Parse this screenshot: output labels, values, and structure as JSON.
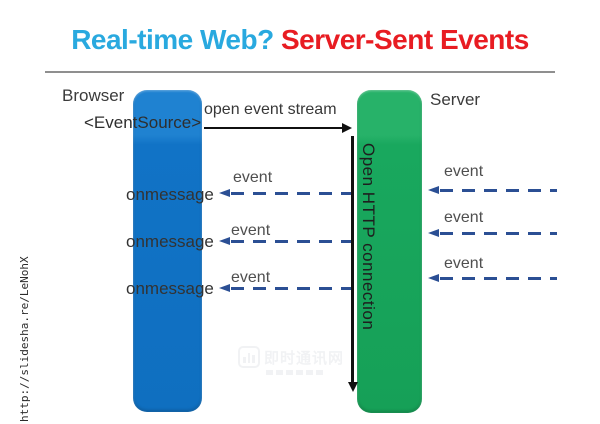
{
  "title": {
    "part1": "Real-time Web? ",
    "part2": "Server-Sent Events",
    "part1_color": "#29a9df",
    "part2_color": "#e81c22"
  },
  "diagram": {
    "browser": {
      "label": "Browser",
      "lifeline_label": "<EventSource>",
      "bar_color": "#1173c6"
    },
    "server": {
      "label": "Server",
      "bar_color": "#19a85e"
    },
    "open_stream": {
      "label": "open event stream",
      "arrow_color": "#101010"
    },
    "connection": {
      "label": "Open HTTP connection",
      "line_color": "#101010"
    },
    "left_rows": [
      {
        "event_label": "event",
        "handler_label": "onmessage"
      },
      {
        "event_label": "event",
        "handler_label": "onmessage"
      },
      {
        "event_label": "event",
        "handler_label": "onmessage"
      }
    ],
    "right_rows": [
      {
        "event_label": "event"
      },
      {
        "event_label": "event"
      },
      {
        "event_label": "event"
      }
    ],
    "dashed_arrow_color": "#2b4f94"
  },
  "footer": {
    "url_vertical": "http://slidesha.re/LeNohX"
  },
  "watermark": {
    "text": "即时通讯网"
  }
}
